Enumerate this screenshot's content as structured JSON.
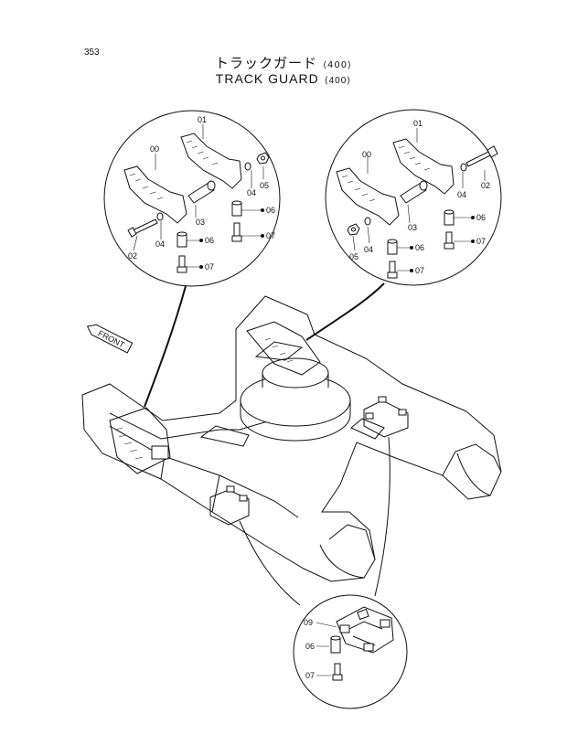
{
  "page_number": "353",
  "title_jp": "トラックガード",
  "title_en": "TRACK GUARD",
  "model_code": "⟨400⟩",
  "front_label": "FRONT",
  "callouts_left": [
    "01",
    "00",
    "04",
    "05",
    "03",
    "06",
    "02",
    "04",
    "06",
    "07",
    "07"
  ],
  "callouts_right": [
    "01",
    "00",
    "02",
    "04",
    "03",
    "06",
    "05",
    "04",
    "06",
    "07",
    "07"
  ],
  "callouts_bottom": [
    "09",
    "06",
    "07"
  ]
}
